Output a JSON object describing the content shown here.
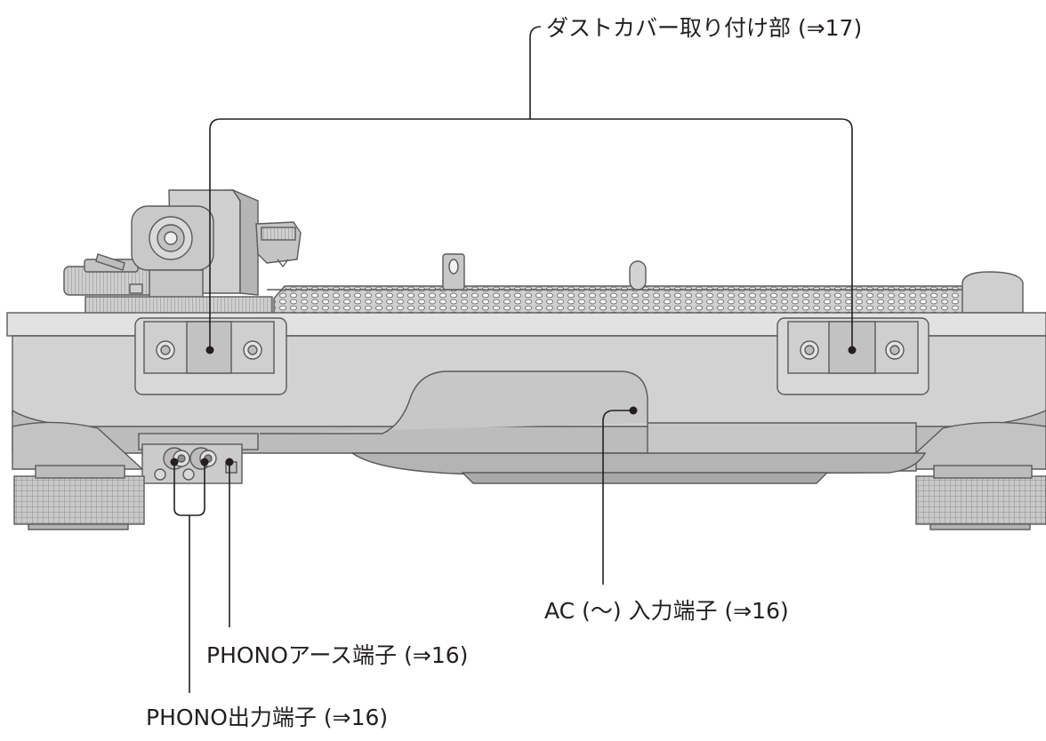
{
  "labels": {
    "dust_cover_mount": "ダストカバー取り付け部 (⇒17)",
    "ac_inlet": "AC (〜) 入力端子 (⇒16)",
    "phono_ground": "PHONOアース端子 (⇒16)",
    "phono_output": "PHONO出力端子 (⇒16)"
  },
  "colors": {
    "body": "#d4d4d4",
    "body_dark": "#b9b9b9",
    "body_light": "#e6e6e6",
    "outline": "#5a5a5a",
    "leader": "#231f20"
  }
}
